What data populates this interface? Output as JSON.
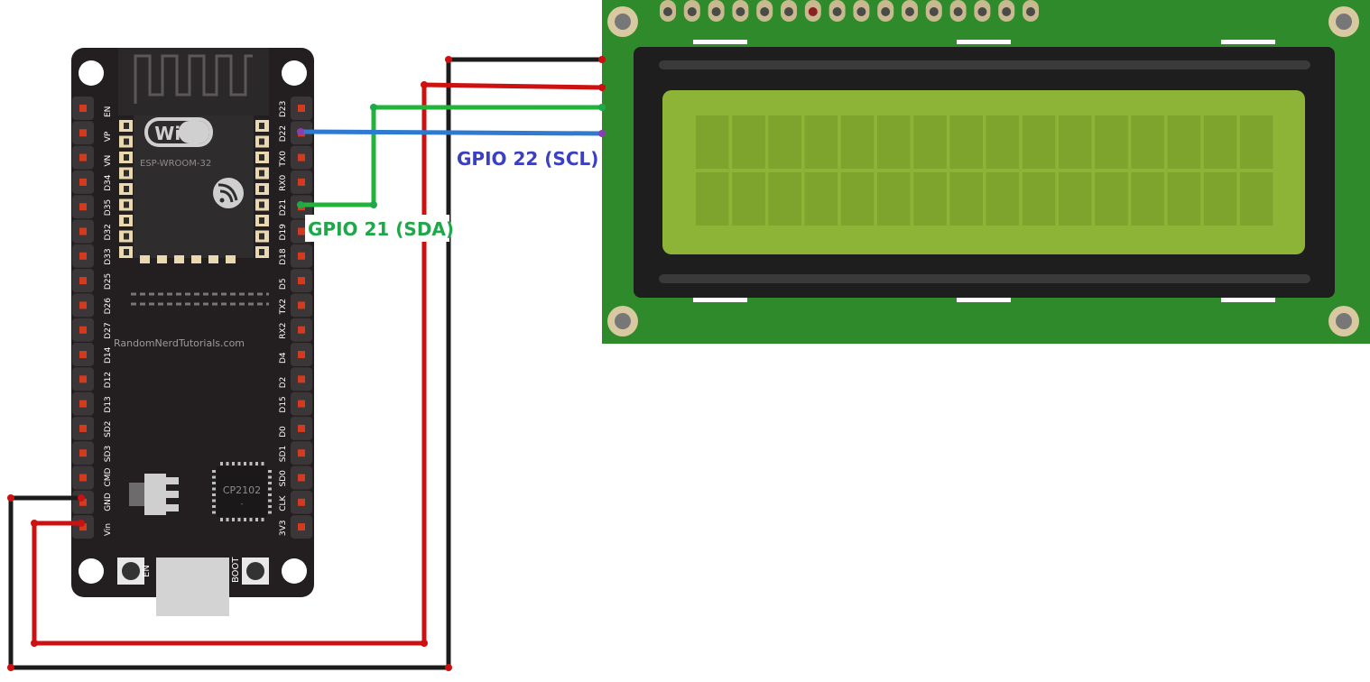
{
  "esp32": {
    "module_text": "ESP-WROOM-32",
    "wifi_logo": "WiFi",
    "chip_label": "CP2102",
    "site_credit": "RandomNerdTutorials.com",
    "button_en": "EN",
    "button_boot": "BOOT",
    "left_pins": [
      "EN",
      "VP",
      "VN",
      "D34",
      "D35",
      "D32",
      "D33",
      "D25",
      "D26",
      "D27",
      "D14",
      "D12",
      "D13",
      "SD2",
      "SD3",
      "CMD",
      "GND",
      "Vin"
    ],
    "right_pins": [
      "D23",
      "D22",
      "TX0",
      "RX0",
      "D21",
      "D19",
      "D18",
      "D5",
      "TX2",
      "RX2",
      "D4",
      "D2",
      "D15",
      "D0",
      "SD1",
      "SD0",
      "CLK",
      "3V3"
    ]
  },
  "labels": {
    "scl": "GPIO 22 (SCL)",
    "sda": "GPIO 21 (SDA)"
  },
  "lcd": {
    "columns": 16,
    "rows": 2,
    "header_pins": 16,
    "pcb_color": "#2e8a2b",
    "screen_color": "#8db437"
  },
  "colors": {
    "wire_red": "#cc1111",
    "wire_black": "#1c1c1c",
    "wire_green": "#22b33a",
    "wire_blue": "#2f7ad1",
    "label_scl": "#3b3fc1",
    "label_sda": "#1fa84a",
    "board": "#231f20"
  },
  "icons": [
    "espressif-logo-icon",
    "wifi-logo-icon",
    "mounting-hole-icon"
  ]
}
